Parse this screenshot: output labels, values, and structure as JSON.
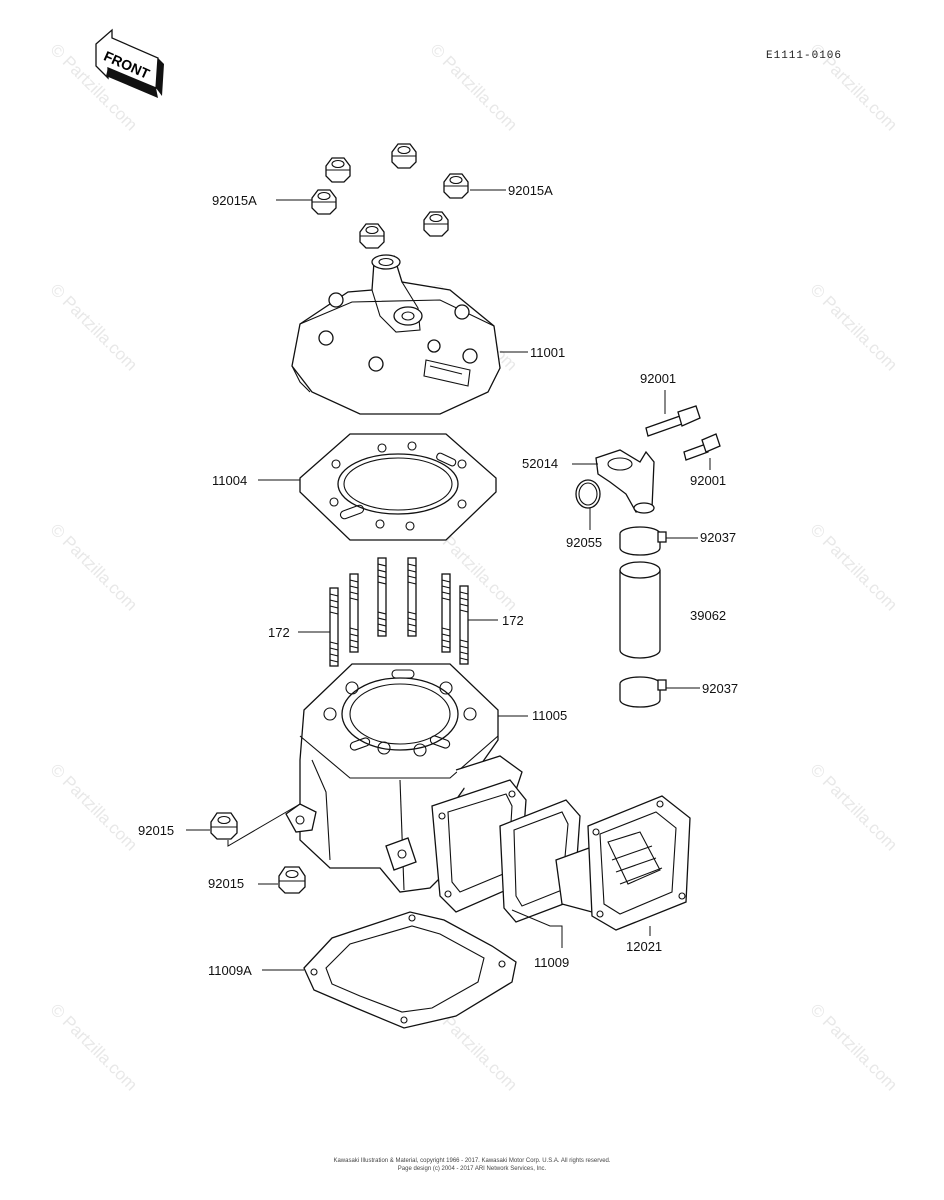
{
  "header": {
    "front_label": "FRONT",
    "diagram_code": "E1111-0106"
  },
  "watermark": {
    "text": "© Partzilla.com"
  },
  "parts": [
    {
      "id": "nut-92015a-left",
      "label": "92015A"
    },
    {
      "id": "nut-92015a-right",
      "label": "92015A"
    },
    {
      "id": "cylinder-head",
      "label": "11001"
    },
    {
      "id": "bolt-92001-top",
      "label": "92001"
    },
    {
      "id": "bolt-92001-right",
      "label": "92001"
    },
    {
      "id": "water-pipe-elbow",
      "label": "52014"
    },
    {
      "id": "head-gasket",
      "label": "11004"
    },
    {
      "id": "o-ring",
      "label": "92055"
    },
    {
      "id": "clamp-upper",
      "label": "92037"
    },
    {
      "id": "stud-left",
      "label": "172"
    },
    {
      "id": "stud-right",
      "label": "172"
    },
    {
      "id": "hose",
      "label": "39062"
    },
    {
      "id": "clamp-lower",
      "label": "92037"
    },
    {
      "id": "cylinder",
      "label": "11005"
    },
    {
      "id": "nut-92015-upper",
      "label": "92015"
    },
    {
      "id": "nut-92015-lower",
      "label": "92015"
    },
    {
      "id": "reed-gasket",
      "label": "11009"
    },
    {
      "id": "reed-valve",
      "label": "12021"
    },
    {
      "id": "base-gasket",
      "label": "11009A"
    }
  ],
  "footer": {
    "line1": "Kawasaki Illustration & Material, copyright 1966 - 2017. Kawasaki Motor Corp. U.S.A. All rights reserved.",
    "line2": "Page design (c) 2004 - 2017 ARI Network Services, Inc."
  }
}
